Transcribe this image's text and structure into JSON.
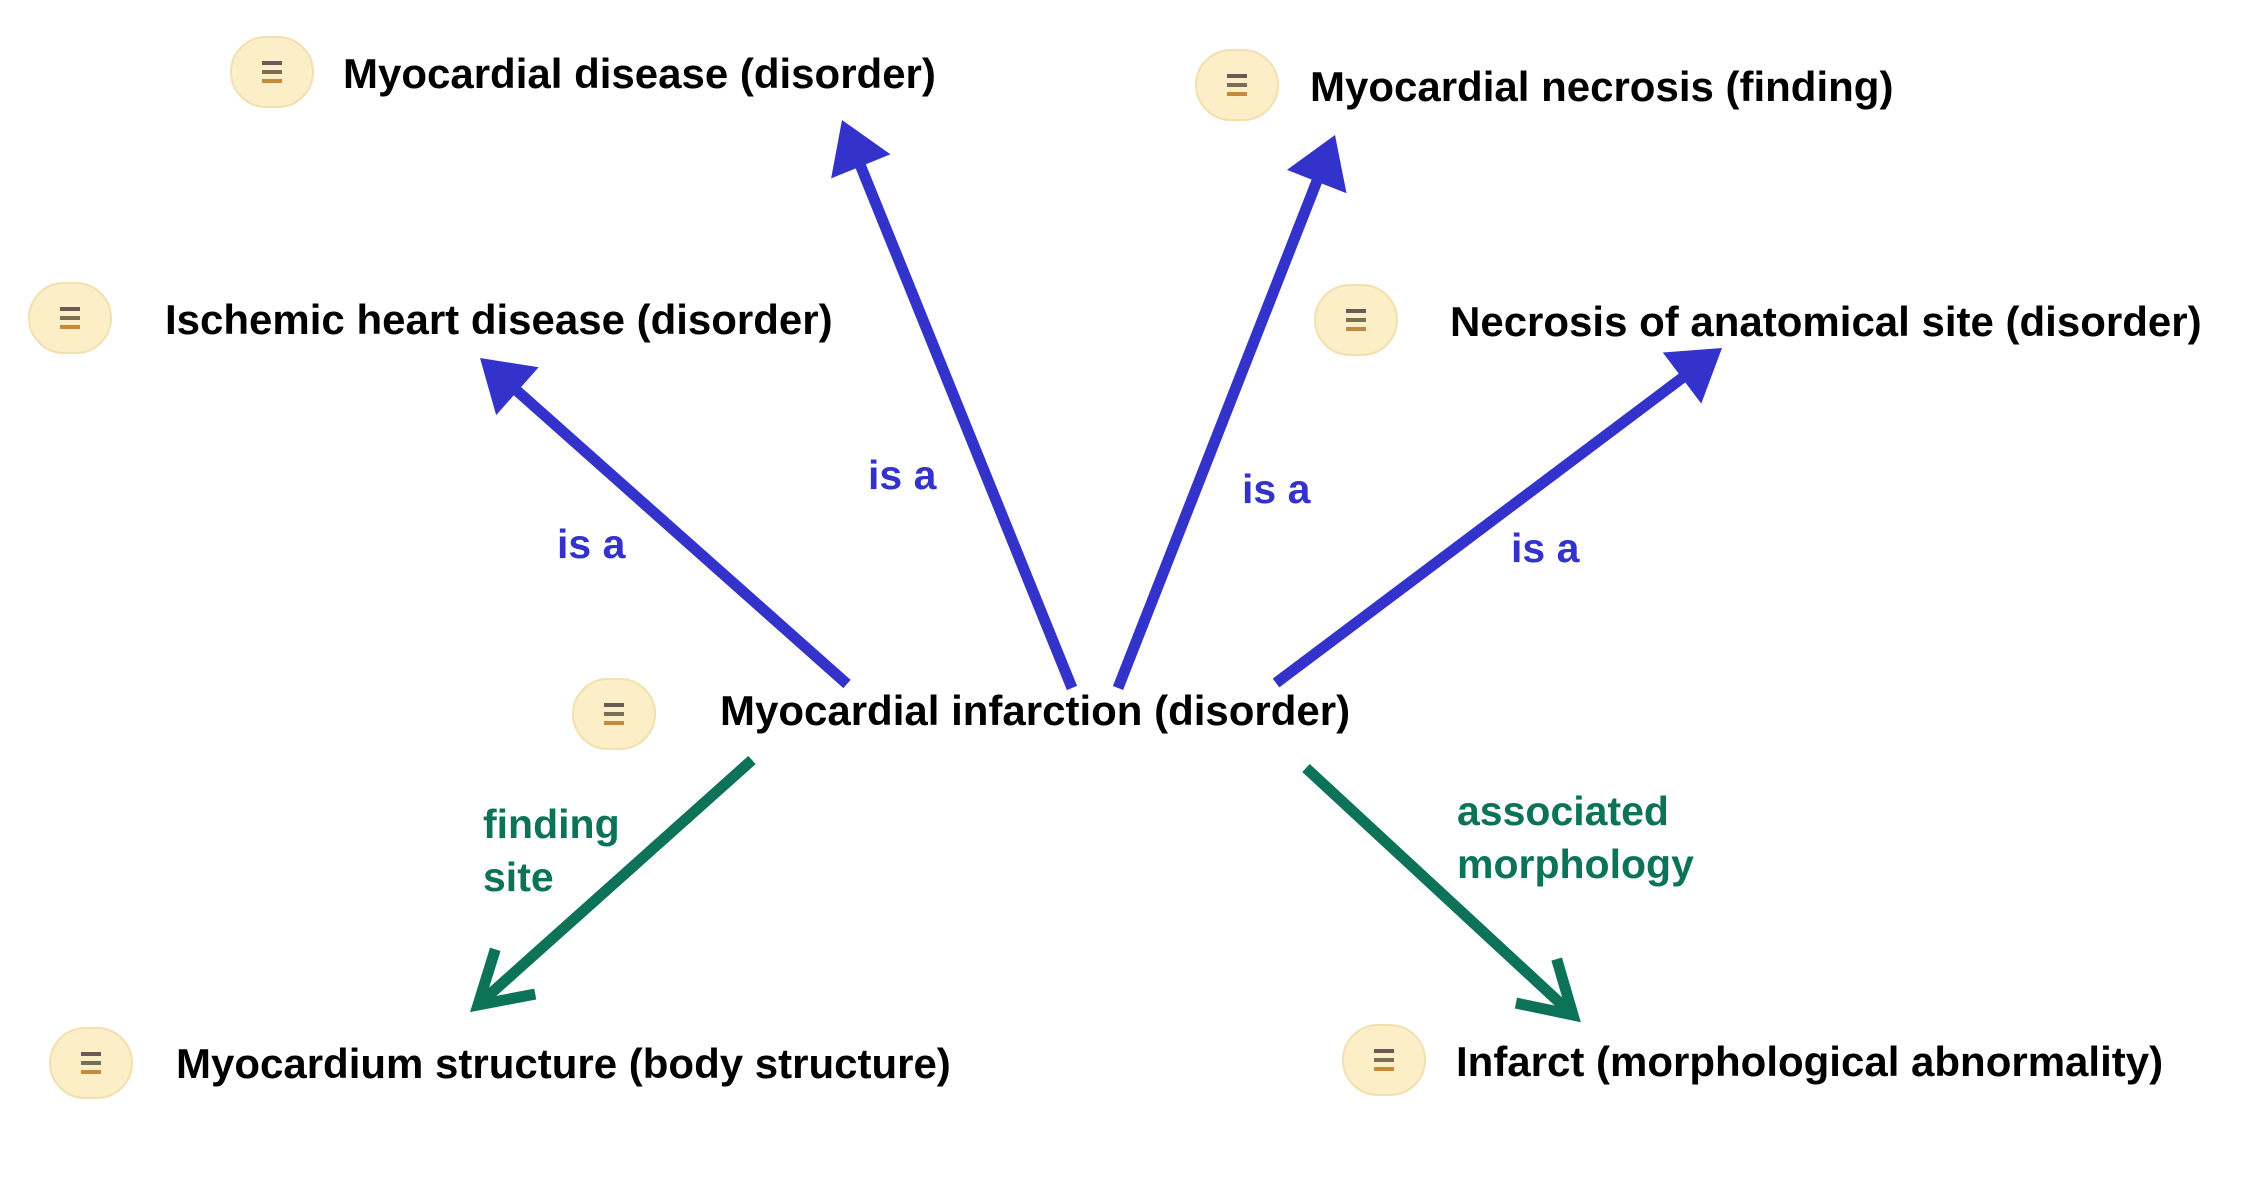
{
  "colors": {
    "is_a": "#3333cc",
    "attribute": "#0c7358",
    "icon_fill": "#fcefc7",
    "icon_lines": [
      "#6a5a55",
      "#7a6f55",
      "#c58a3c"
    ]
  },
  "concepts": [
    {
      "id": "myocardial-disease",
      "label": "Myocardial disease (disorder)",
      "icon": "concept-icon"
    },
    {
      "id": "myocardial-necrosis",
      "label": "Myocardial necrosis (finding)",
      "icon": "concept-icon"
    },
    {
      "id": "ischemic-heart-disease",
      "label": "Ischemic heart disease (disorder)",
      "icon": "concept-icon"
    },
    {
      "id": "necrosis-anatomical-site",
      "label": "Necrosis of anatomical site (disorder)",
      "icon": "concept-icon"
    },
    {
      "id": "myocardial-infarction",
      "label": "Myocardial infarction (disorder)",
      "icon": "concept-icon"
    },
    {
      "id": "myocardium-structure",
      "label": "Myocardium structure (body structure)",
      "icon": "concept-icon"
    },
    {
      "id": "infarct",
      "label": "Infarct (morphological abnormality)",
      "icon": "concept-icon"
    }
  ],
  "relationships": [
    {
      "from": "myocardial-infarction",
      "to": "ischemic-heart-disease",
      "type": "is_a",
      "label_lines": [
        "is a"
      ]
    },
    {
      "from": "myocardial-infarction",
      "to": "myocardial-disease",
      "type": "is_a",
      "label_lines": [
        "is a"
      ]
    },
    {
      "from": "myocardial-infarction",
      "to": "myocardial-necrosis",
      "type": "is_a",
      "label_lines": [
        "is a"
      ]
    },
    {
      "from": "myocardial-infarction",
      "to": "necrosis-anatomical-site",
      "type": "is_a",
      "label_lines": [
        "is a"
      ]
    },
    {
      "from": "myocardial-infarction",
      "to": "myocardium-structure",
      "type": "attribute",
      "label_lines": [
        "finding",
        "site"
      ]
    },
    {
      "from": "myocardial-infarction",
      "to": "infarct",
      "type": "attribute",
      "label_lines": [
        "associated",
        "morphology"
      ]
    }
  ]
}
